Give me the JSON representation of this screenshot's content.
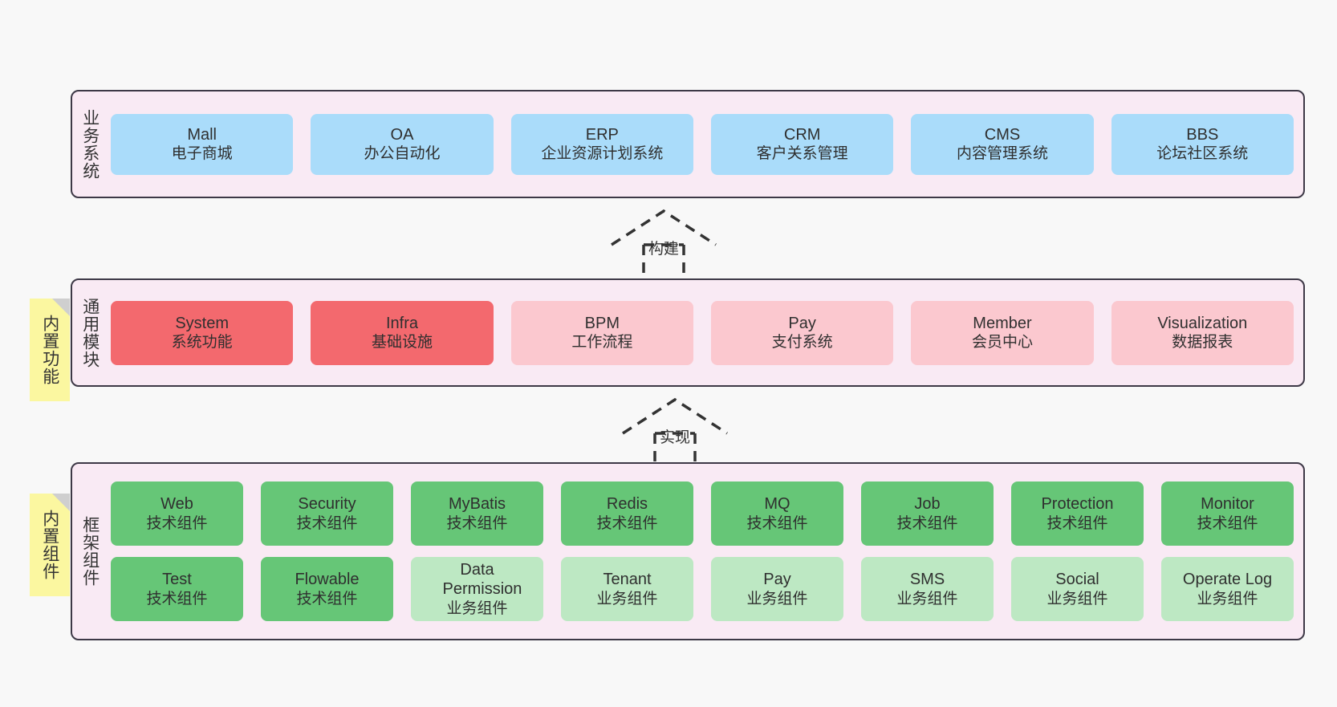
{
  "diagram": {
    "background_color": "#f8f8f8",
    "panel_background": "#f9eaf4",
    "panel_border": "#3d3846",
    "note_color": "#fbf7a0",
    "fold_color": "#cfcfcf"
  },
  "layers": [
    {
      "id": "business-systems",
      "title": "业务系统",
      "note": null,
      "rows": [
        {
          "cards": [
            {
              "en": "Mall",
              "cn": "电子商城",
              "color": "#aadcfa",
              "style": "blue"
            },
            {
              "en": "OA",
              "cn": "办公自动化",
              "color": "#aadcfa",
              "style": "blue"
            },
            {
              "en": "ERP",
              "cn": "企业资源计划系统",
              "color": "#aadcfa",
              "style": "blue"
            },
            {
              "en": "CRM",
              "cn": "客户关系管理",
              "color": "#aadcfa",
              "style": "blue"
            },
            {
              "en": "CMS",
              "cn": "内容管理系统",
              "color": "#aadcfa",
              "style": "blue"
            },
            {
              "en": "BBS",
              "cn": "论坛社区系统",
              "color": "#aadcfa",
              "style": "blue"
            }
          ]
        }
      ]
    },
    {
      "id": "common-modules",
      "title": "通用模块",
      "note": "内置功能",
      "rows": [
        {
          "cards": [
            {
              "en": "System",
              "cn": "系统功能",
              "color": "#f3696e",
              "style": "red"
            },
            {
              "en": "Infra",
              "cn": "基础设施",
              "color": "#f3696e",
              "style": "red"
            },
            {
              "en": "BPM",
              "cn": "工作流程",
              "color": "#fbc8cf",
              "style": "pink"
            },
            {
              "en": "Pay",
              "cn": "支付系统",
              "color": "#fbc8cf",
              "style": "pink"
            },
            {
              "en": "Member",
              "cn": "会员中心",
              "color": "#fbc8cf",
              "style": "pink"
            },
            {
              "en": "Visualization",
              "cn": "数据报表",
              "color": "#fbc8cf",
              "style": "pink"
            }
          ]
        }
      ]
    },
    {
      "id": "framework-components",
      "title": "框架组件",
      "note": "内置组件",
      "rows": [
        {
          "cards": [
            {
              "en": "Web",
              "cn": "技术组件",
              "color": "#66c677",
              "style": "green"
            },
            {
              "en": "Security",
              "cn": "技术组件",
              "color": "#66c677",
              "style": "green"
            },
            {
              "en": "MyBatis",
              "cn": "技术组件",
              "color": "#66c677",
              "style": "green"
            },
            {
              "en": "Redis",
              "cn": "技术组件",
              "color": "#66c677",
              "style": "green"
            },
            {
              "en": "MQ",
              "cn": "技术组件",
              "color": "#66c677",
              "style": "green"
            },
            {
              "en": "Job",
              "cn": "技术组件",
              "color": "#66c677",
              "style": "green"
            },
            {
              "en": "Protection",
              "cn": "技术组件",
              "color": "#66c677",
              "style": "green"
            },
            {
              "en": "Monitor",
              "cn": "技术组件",
              "color": "#66c677",
              "style": "green"
            }
          ]
        },
        {
          "cards": [
            {
              "en": "Test",
              "cn": "技术组件",
              "color": "#66c677",
              "style": "green"
            },
            {
              "en": "Flowable",
              "cn": "技术组件",
              "color": "#66c677",
              "style": "green"
            },
            {
              "en": "Data Permission",
              "cn": "业务组件",
              "color": "#bde8c3",
              "style": "lgreen"
            },
            {
              "en": "Tenant",
              "cn": "业务组件",
              "color": "#bde8c3",
              "style": "lgreen"
            },
            {
              "en": "Pay",
              "cn": "业务组件",
              "color": "#bde8c3",
              "style": "lgreen"
            },
            {
              "en": "SMS",
              "cn": "业务组件",
              "color": "#bde8c3",
              "style": "lgreen"
            },
            {
              "en": "Social",
              "cn": "业务组件",
              "color": "#bde8c3",
              "style": "lgreen"
            },
            {
              "en": "Operate Log",
              "cn": "业务组件",
              "color": "#bde8c3",
              "style": "lgreen"
            }
          ]
        }
      ]
    }
  ],
  "connectors": [
    {
      "id": "build",
      "label": "构建",
      "from": "common-modules",
      "to": "business-systems"
    },
    {
      "id": "implement",
      "label": "实现",
      "from": "framework-components",
      "to": "common-modules"
    }
  ]
}
